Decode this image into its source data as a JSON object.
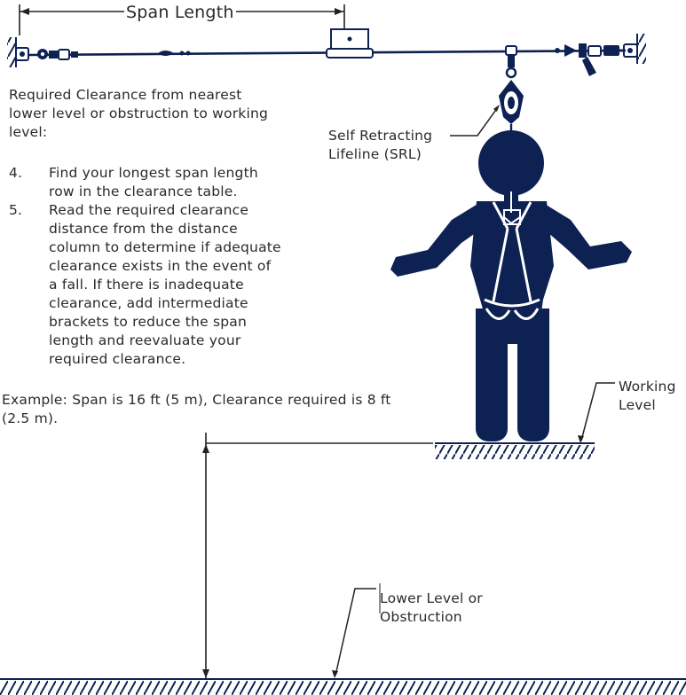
{
  "span_label": "Span Length",
  "intro": "Required Clearance from nearest lower level or obstruction to working level:",
  "steps": [
    {
      "number": "4.",
      "text": "Find your longest span length row in the clearance table."
    },
    {
      "number": "5.",
      "text": "Read the required clearance distance from the distance column to determine if adequate clearance exists in the event of a fall. If there is inadequate clearance, add intermediate brackets to reduce the span length and reevaluate your required clearance."
    }
  ],
  "example": "Example: Span is 16 ft (5 m), Clearance required is 8 ft (2.5 m).",
  "labels": {
    "srl": "Self Retracting Lifeline (SRL)",
    "working_level": "Working Level",
    "lower_level": "Lower Level or Obstruction"
  },
  "colors": {
    "figure": "#0d2153",
    "line": "#222222",
    "text": "#2a2a2a"
  }
}
